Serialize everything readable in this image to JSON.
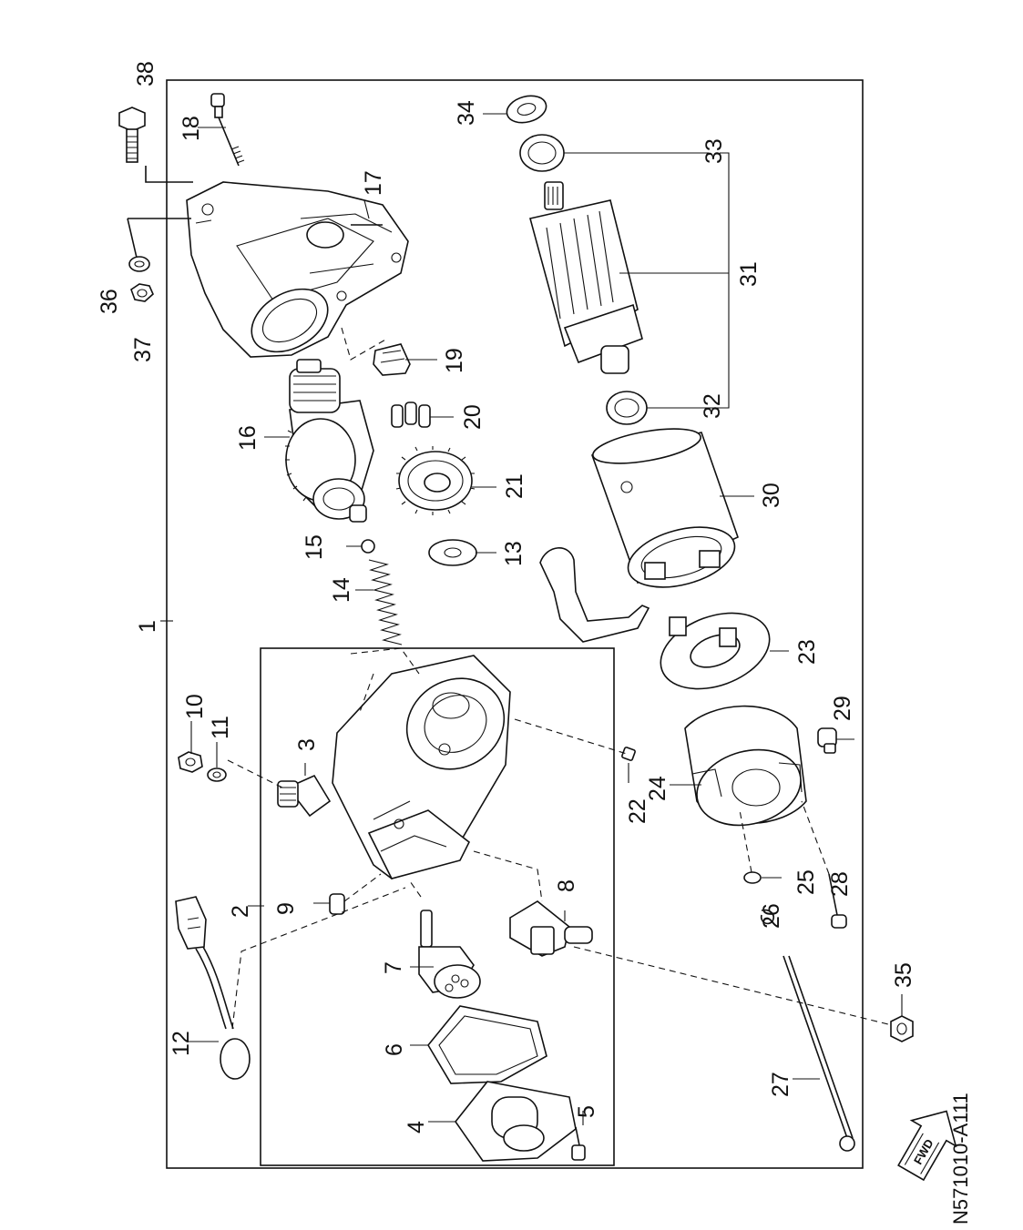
{
  "diagram": {
    "drawing_code": "N571010-A111",
    "direction_label": "FWD",
    "callouts": [
      {
        "id": "c1",
        "label": "1"
      },
      {
        "id": "c2",
        "label": "2"
      },
      {
        "id": "c3",
        "label": "3"
      },
      {
        "id": "c4",
        "label": "4"
      },
      {
        "id": "c5",
        "label": "5"
      },
      {
        "id": "c6",
        "label": "6"
      },
      {
        "id": "c7",
        "label": "7"
      },
      {
        "id": "c8",
        "label": "8"
      },
      {
        "id": "c9",
        "label": "9"
      },
      {
        "id": "c10",
        "label": "10"
      },
      {
        "id": "c11",
        "label": "11"
      },
      {
        "id": "c12",
        "label": "12"
      },
      {
        "id": "c13",
        "label": "13"
      },
      {
        "id": "c14",
        "label": "14"
      },
      {
        "id": "c15",
        "label": "15"
      },
      {
        "id": "c16",
        "label": "16"
      },
      {
        "id": "c17",
        "label": "17"
      },
      {
        "id": "c18",
        "label": "18"
      },
      {
        "id": "c19",
        "label": "19"
      },
      {
        "id": "c20",
        "label": "20"
      },
      {
        "id": "c21",
        "label": "21"
      },
      {
        "id": "c22",
        "label": "22"
      },
      {
        "id": "c23",
        "label": "23"
      },
      {
        "id": "c24",
        "label": "24"
      },
      {
        "id": "c25",
        "label": "25"
      },
      {
        "id": "c26",
        "label": "26"
      },
      {
        "id": "c27",
        "label": "27"
      },
      {
        "id": "c28",
        "label": "28"
      },
      {
        "id": "c29",
        "label": "29"
      },
      {
        "id": "c30",
        "label": "30"
      },
      {
        "id": "c31",
        "label": "31"
      },
      {
        "id": "c32",
        "label": "32"
      },
      {
        "id": "c33",
        "label": "33"
      },
      {
        "id": "c34",
        "label": "34"
      },
      {
        "id": "c35",
        "label": "35"
      },
      {
        "id": "c36",
        "label": "36"
      },
      {
        "id": "c37",
        "label": "37"
      },
      {
        "id": "c38",
        "label": "38"
      }
    ]
  }
}
